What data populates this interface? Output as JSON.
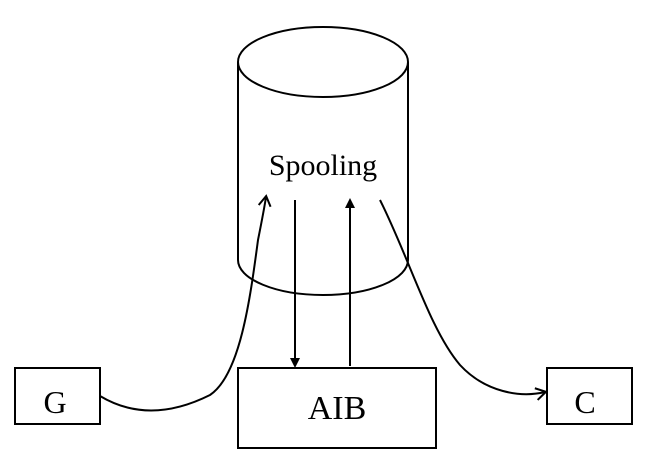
{
  "nodes": {
    "spooling": {
      "label": "Spooling"
    },
    "aib": {
      "label": "AIB"
    },
    "g": {
      "label": "G"
    },
    "c": {
      "label": "C"
    }
  },
  "edges": [
    {
      "from": "G",
      "to": "Spooling"
    },
    {
      "from": "Spooling",
      "to": "AIB"
    },
    {
      "from": "AIB",
      "to": "Spooling"
    },
    {
      "from": "Spooling",
      "to": "C"
    }
  ]
}
